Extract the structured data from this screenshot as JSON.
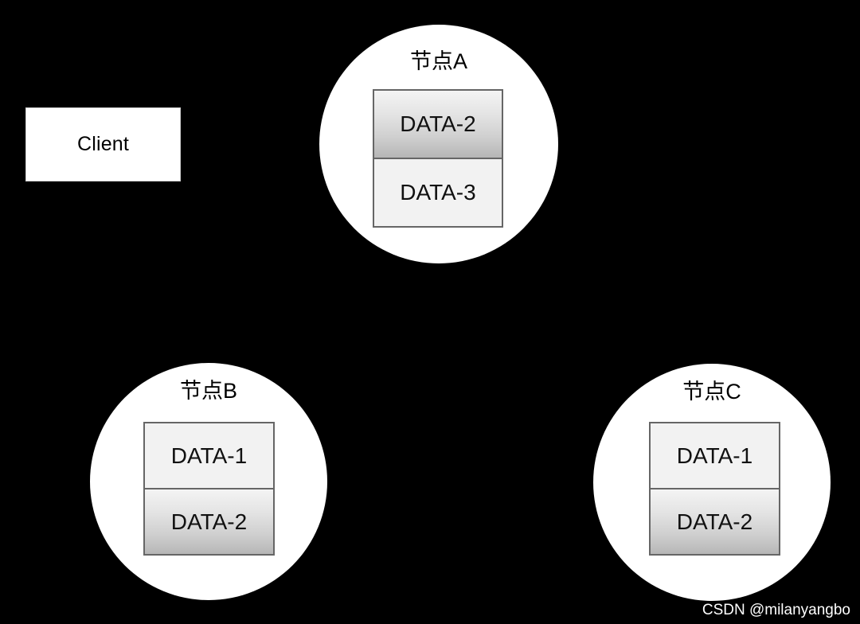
{
  "background_color": "#000000",
  "client": {
    "label": "Client",
    "box_color": "#ffffff",
    "text_color": "#000000"
  },
  "cell_styles": {
    "plain_color": "#f2f2f2",
    "highlight_gradient_top": "#f4f4f4",
    "highlight_gradient_bottom": "#b6b6b6",
    "border_color": "#666666"
  },
  "nodes": [
    {
      "id": "a",
      "title": "节点A",
      "cells": [
        {
          "label": "DATA-2",
          "style": "highlight"
        },
        {
          "label": "DATA-3",
          "style": "plain"
        }
      ]
    },
    {
      "id": "b",
      "title": "节点B",
      "cells": [
        {
          "label": "DATA-1",
          "style": "plain"
        },
        {
          "label": "DATA-2",
          "style": "highlight"
        }
      ]
    },
    {
      "id": "c",
      "title": "节点C",
      "cells": [
        {
          "label": "DATA-1",
          "style": "plain"
        },
        {
          "label": "DATA-2",
          "style": "highlight"
        }
      ]
    }
  ],
  "watermark": {
    "text": "CSDN @milanyangbo",
    "color": "#ffffff"
  }
}
